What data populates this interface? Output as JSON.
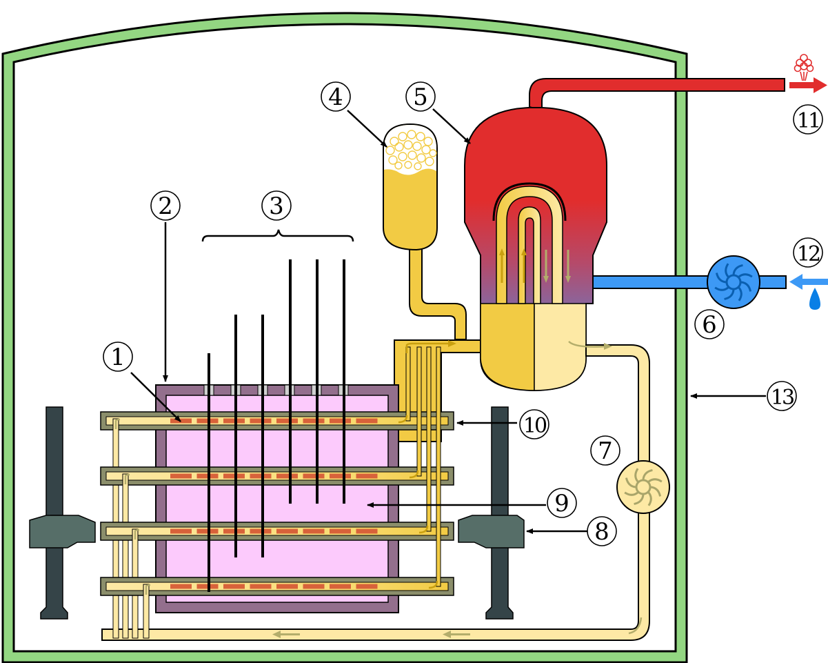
{
  "diagram": {
    "title": "Pressurized water reactor schematic",
    "colors": {
      "containment": "#93d682",
      "hot_steam": "#e12d2d",
      "feedwater": "#3d99f5",
      "primary_hot": "#f2cb44",
      "primary_cold": "#fde9a5",
      "reactor_vessel": "#936f8d",
      "core_moderator": "#fccafc",
      "fuel": "#d8623a",
      "channel_tube": "#8b8e6b",
      "support": "#354448",
      "support_shoulder": "#566e68"
    },
    "labels": [
      {
        "id": "1",
        "text": "1"
      },
      {
        "id": "2",
        "text": "2"
      },
      {
        "id": "3",
        "text": "3"
      },
      {
        "id": "4",
        "text": "4"
      },
      {
        "id": "5",
        "text": "5"
      },
      {
        "id": "6",
        "text": "6"
      },
      {
        "id": "7",
        "text": "7"
      },
      {
        "id": "8",
        "text": "8"
      },
      {
        "id": "9",
        "text": "9"
      },
      {
        "id": "10",
        "text": "10"
      },
      {
        "id": "11",
        "text": "11"
      },
      {
        "id": "12",
        "text": "12"
      },
      {
        "id": "13",
        "text": "13"
      }
    ],
    "icons": {
      "steam_out": "steam-cloud-icon",
      "water_in": "water-drop-icon",
      "pump": "impeller-icon"
    }
  }
}
